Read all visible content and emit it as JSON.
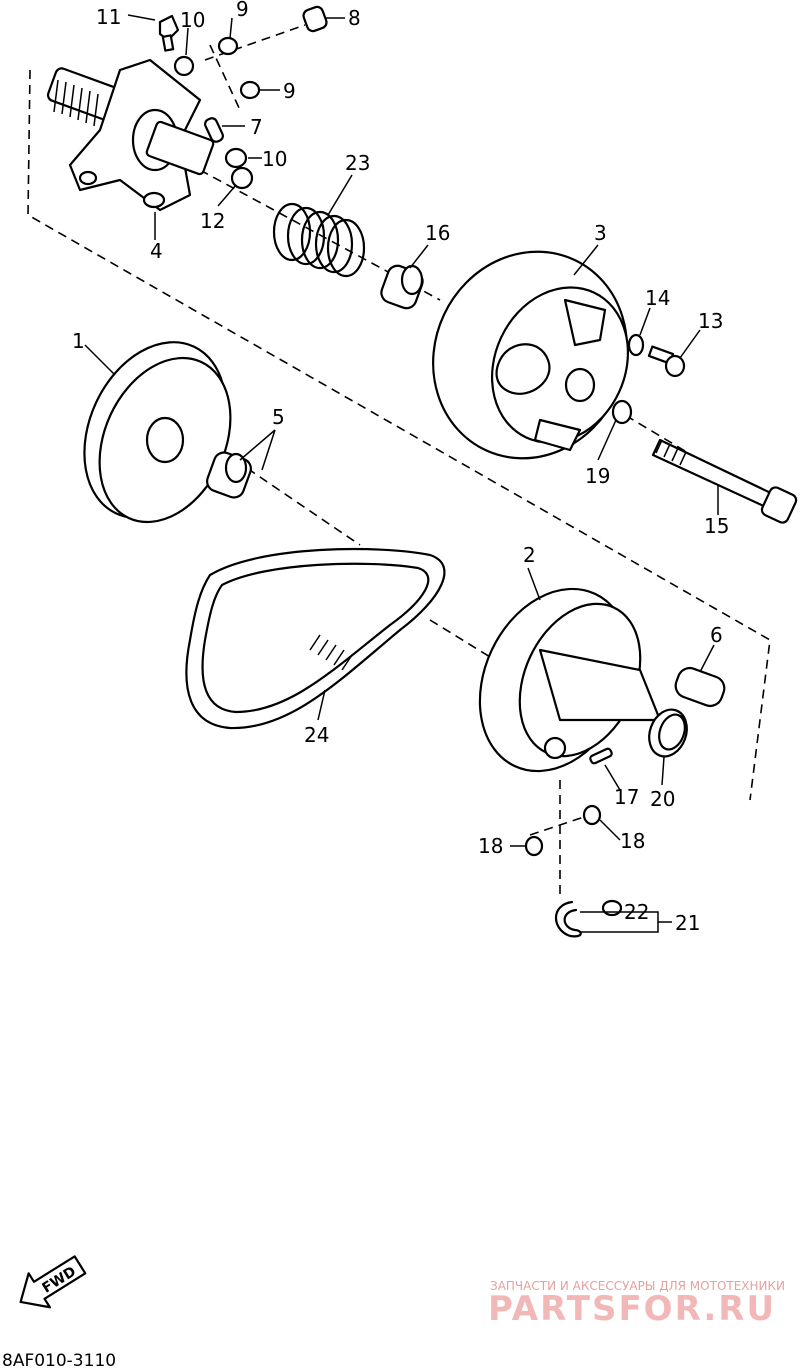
{
  "diagram_code": "8AF010-3110",
  "fwd_label": "FWD",
  "watermark": {
    "tagline": "ЗАПЧАСТИ И АКСЕССУАРЫ ДЛЯ МОТОТЕХНИКИ",
    "brand": "PARTSFOR.RU"
  },
  "callouts": {
    "c1": "1",
    "c2": "2",
    "c3": "3",
    "c4": "4",
    "c5": "5",
    "c6": "6",
    "c7": "7",
    "c8": "8",
    "c9a": "9",
    "c9b": "9",
    "c10a": "10",
    "c10b": "10",
    "c11": "11",
    "c12": "12",
    "c13": "13",
    "c14": "14",
    "c15": "15",
    "c16": "16",
    "c17": "17",
    "c18a": "18",
    "c18b": "18",
    "c19": "19",
    "c20": "20",
    "c21": "21",
    "c22": "22",
    "c23": "23",
    "c24": "24"
  },
  "colors": {
    "line": "#000000",
    "watermark": "#f2b8b8",
    "background": "#ffffff"
  }
}
